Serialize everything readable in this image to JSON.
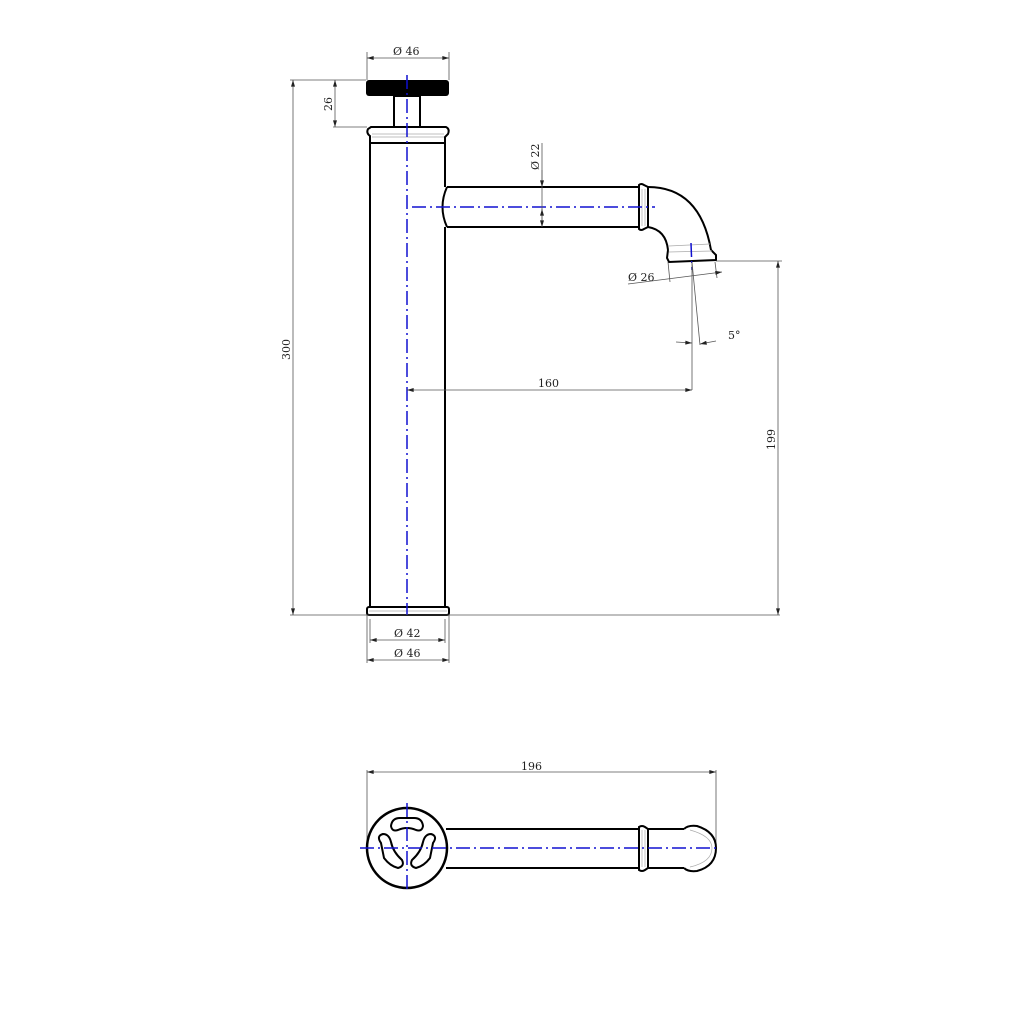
{
  "drawing": {
    "colors": {
      "outline": "#000000",
      "centerline": "#1010d0",
      "dimension": "#555555"
    },
    "side_view": {
      "handle_diameter": "Ø 46",
      "handle_height": "26",
      "total_height": "300",
      "spout_diameter": "Ø 22",
      "outlet_diameter": "Ø 26",
      "outlet_angle": "5°",
      "spout_reach": "160",
      "outlet_height": "199",
      "body_diameter": "Ø 42",
      "base_diameter": "Ø 46"
    },
    "top_view": {
      "total_length": "196"
    }
  }
}
